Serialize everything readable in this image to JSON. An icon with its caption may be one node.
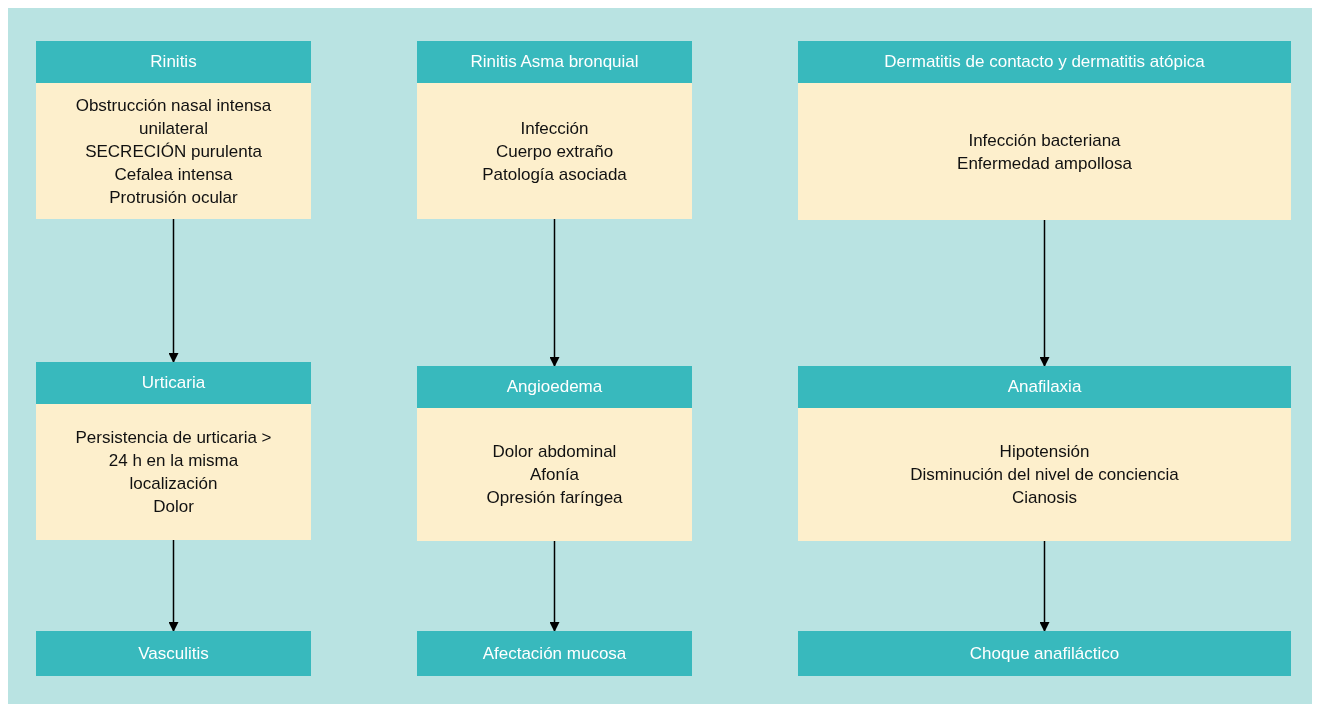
{
  "diagram": {
    "nodes": [
      {
        "text": [
          "Rinitis",
          "Obstrucción nasal intensa unilateral",
          "SECRECIÓN purulenta",
          "Cefalea intensa",
          "Protrusión ocular"
        ]
      },
      {
        "text": [
          "Rinitis Asma bronquial",
          "Infección",
          "Cuerpo extraño",
          "Patología asociada"
        ]
      },
      {
        "text": [
          "Dermatitis de contacto y dermatitis atópica",
          "Infección bacteriana",
          "Enfermedad ampollosa"
        ]
      },
      {
        "text": [
          "Urticaria",
          "Persistencia de urticaria > 24 h en la misma localización",
          "Dolor"
        ]
      },
      {
        "text": [
          "Angioedema",
          "Dolor abdominal",
          "Afonía",
          "Opresión faríngea"
        ]
      },
      {
        "text": [
          "Anafilaxia",
          "Hipotensión",
          "Disminución del nivel de conciencia",
          "Cianosis"
        ]
      },
      {
        "text": [
          "Vasculitis"
        ]
      },
      {
        "text": [
          "Afectación mucosa"
        ]
      },
      {
        "text": [
          "Choque anafiláctico"
        ]
      }
    ],
    "edges": [
      {
        "from": 0,
        "to": 3,
        "arrow": "to"
      },
      {
        "from": 1,
        "to": 4,
        "arrow": "to"
      },
      {
        "from": 2,
        "to": 5,
        "arrow": "to"
      },
      {
        "from": 3,
        "to": 6,
        "arrow": "to"
      },
      {
        "from": 4,
        "to": 7,
        "arrow": "to"
      },
      {
        "from": 5,
        "to": 8,
        "arrow": "to"
      }
    ]
  }
}
